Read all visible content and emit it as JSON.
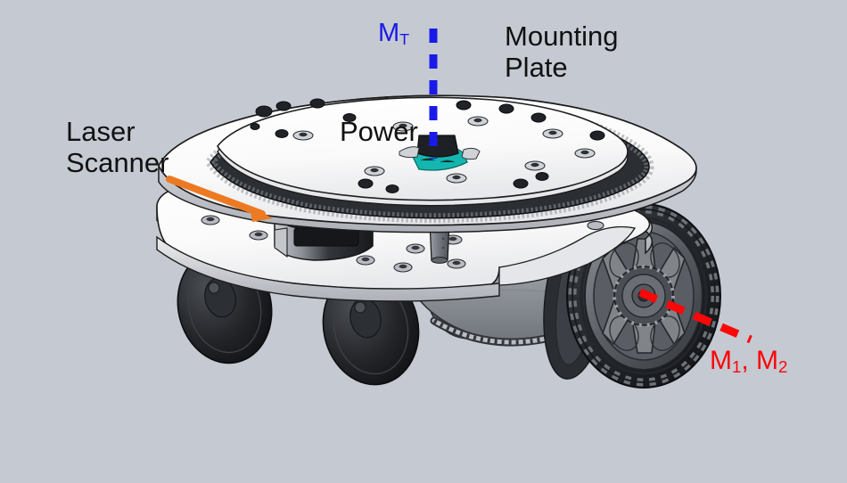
{
  "figure": {
    "kind": "cad-render-annotated-diagram",
    "subject": "mobile robot base with turntable mounting plate",
    "background_color": "#c5c9d2"
  },
  "annotations": {
    "mounting_plate": {
      "text": "Mounting\nPlate",
      "color": "#111111"
    },
    "laser_scanner": {
      "text": "Laser\nScanner",
      "color": "#111111"
    },
    "power": {
      "text": "Power",
      "color": "#111111"
    },
    "mt": {
      "symbol": "M",
      "subscript": "T",
      "color": "#1a1ae8",
      "leader": "blue-dashed-vertical-line"
    },
    "m1m2": {
      "symbol_1": "M",
      "subscript_1": "1",
      "separator": ", ",
      "symbol_2": "M",
      "subscript_2": "2",
      "color": "#fb0707",
      "leader": "red-dashed-diagonal-line"
    },
    "laser_pointer": {
      "leader": "orange-solid-arrow",
      "color": "#ec7a23"
    }
  },
  "parts": {
    "top_plate": "rotating mounting plate",
    "gear_ring": "turntable ring gear",
    "base_plate": "chassis base plate",
    "power_module": "teal power electronics board",
    "laser_scanner_unit": "black cylindrical lidar",
    "drive_wheel": "knobby spoked drive wheel",
    "casters": "three black caster wheels",
    "chain": "roller chain drive"
  },
  "colors": {
    "background": "#c5c9d2",
    "plate_light": "#fdfdfd",
    "plate_shade": "#d8dade",
    "outline": "#1d1d1d",
    "tire_black": "#1b1b1d",
    "wheel_gray": "#6e7176",
    "teal": "#14b7b0",
    "blue": "#1a1ae8",
    "red": "#fb0707",
    "orange": "#ec7a23"
  }
}
